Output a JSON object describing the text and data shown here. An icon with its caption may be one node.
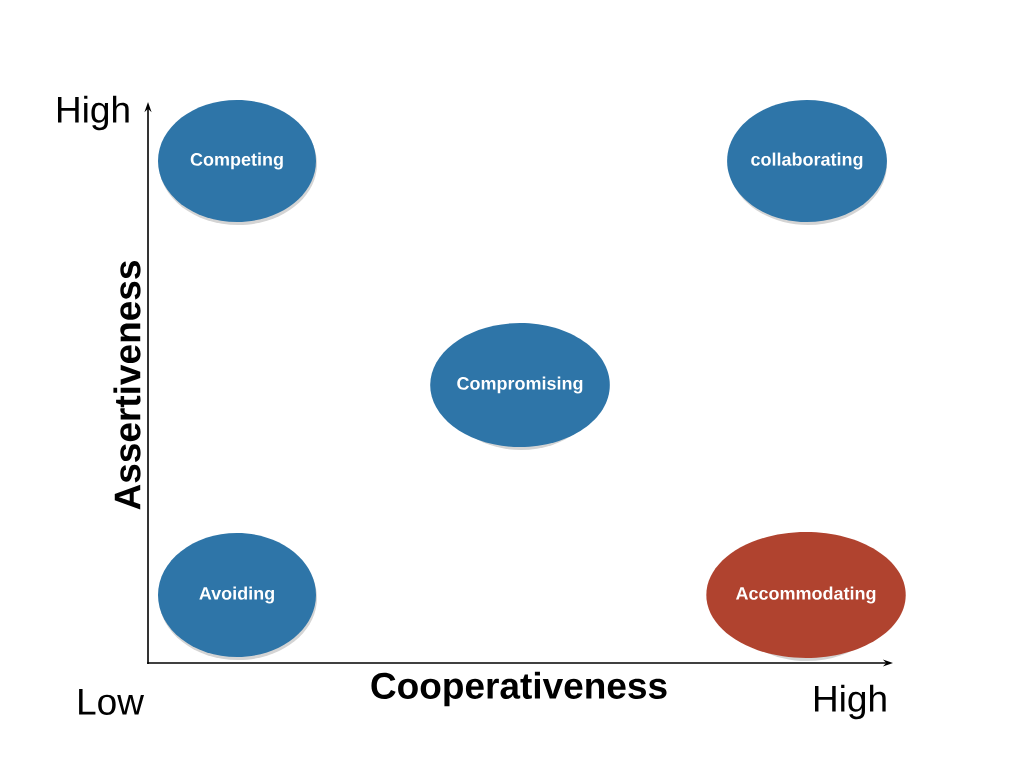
{
  "diagram": {
    "nodes": [
      {
        "text": [
          "Competing"
        ]
      },
      {
        "text": [
          "collaborating"
        ]
      },
      {
        "text": [
          "Compromising"
        ]
      },
      {
        "text": [
          "Avoiding"
        ]
      },
      {
        "text": [
          "Accommodating"
        ]
      }
    ],
    "labels": [
      "High",
      "Assertiveness",
      "Low",
      "Cooperativeness",
      "High"
    ]
  }
}
